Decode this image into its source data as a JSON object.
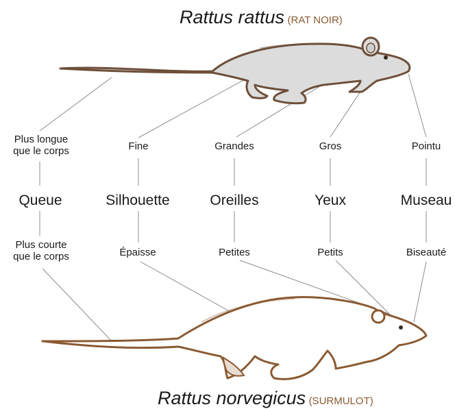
{
  "top_species": {
    "scientific": "Rattus rattus",
    "common": "(RAT NOIR)"
  },
  "bottom_species": {
    "scientific": "Rattus norvegicus",
    "common": "(SURMULOT)"
  },
  "traits": [
    {
      "name": "Queue",
      "top": [
        "Plus longue",
        "que le corps"
      ],
      "bottom": [
        "Plus courte",
        "que le corps"
      ]
    },
    {
      "name": "Silhouette",
      "top": "Fine",
      "bottom": "Épaisse"
    },
    {
      "name": "Oreilles",
      "top": "Grandes",
      "bottom": "Petites"
    },
    {
      "name": "Yeux",
      "top": "Gros",
      "bottom": "Petits"
    },
    {
      "name": "Museau",
      "top": "Pointu",
      "bottom": "Biseauté"
    }
  ],
  "colors": {
    "top_rat_fill": "#dcdcdc",
    "outline": "#6e4f3a",
    "bottom_outline": "#8a5a32",
    "lines": "#8c8c8c",
    "common_name": "#8a5a32"
  }
}
